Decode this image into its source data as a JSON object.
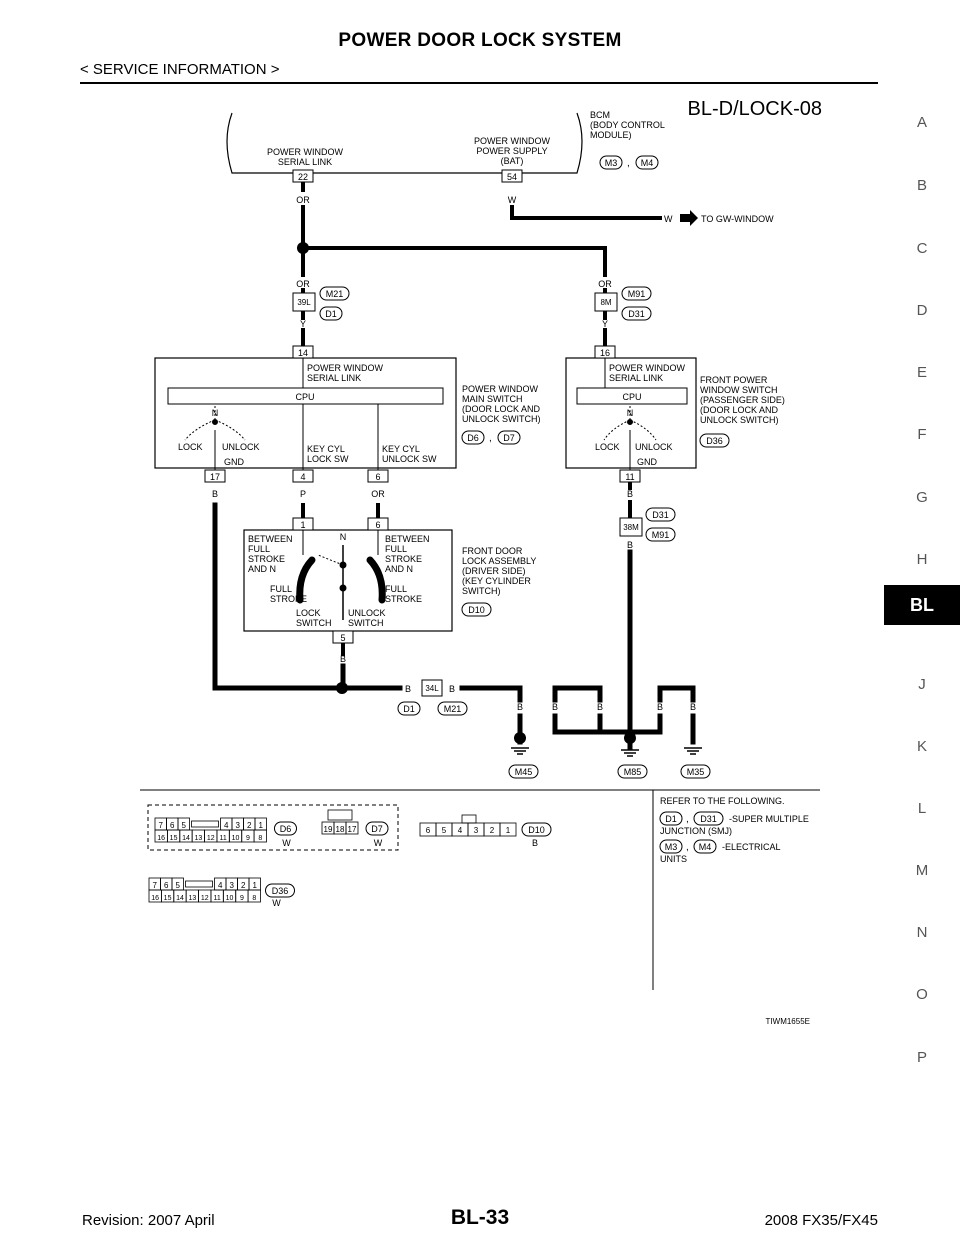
{
  "header": {
    "title": "POWER DOOR LOCK SYSTEM",
    "section": "< SERVICE INFORMATION >"
  },
  "side_nav": [
    "A",
    "B",
    "C",
    "D",
    "E",
    "F",
    "G",
    "H",
    "BL",
    "J",
    "K",
    "L",
    "M",
    "N",
    "O",
    "P"
  ],
  "side_nav_active": "BL",
  "diagram": {
    "code": "BL-D/LOCK-08",
    "bcm": {
      "name": [
        "BCM",
        "(BODY CONTROL",
        "MODULE)"
      ],
      "serial_link": [
        "POWER WINDOW",
        "SERIAL LINK"
      ],
      "power_supply": [
        "POWER WINDOW",
        "POWER SUPPLY",
        "(BAT)"
      ],
      "pin_serial": "22",
      "pin_supply": "54",
      "connectors": [
        "M3",
        "M4"
      ],
      "sep": ","
    },
    "wires": {
      "or": "OR",
      "w": "W",
      "y": "Y",
      "b": "B",
      "p": "P"
    },
    "to_gw": "TO GW-WINDOW",
    "junction_left": {
      "pin": "39L",
      "c1": "M21",
      "c2": "D1"
    },
    "junction_right": {
      "pin": "8M",
      "c1": "M91",
      "c2": "D31"
    },
    "main_switch": {
      "top_pin": "14",
      "serial_link": [
        "POWER WINDOW",
        "SERIAL LINK"
      ],
      "cpu": "CPU",
      "n": "N",
      "lock": "LOCK",
      "unlock": "UNLOCK",
      "gnd": "GND",
      "key_lock": [
        "KEY CYL",
        "LOCK SW"
      ],
      "key_unlock": [
        "KEY CYL",
        "UNLOCK SW"
      ],
      "pins": [
        "17",
        "4",
        "6"
      ],
      "name": [
        "POWER WINDOW",
        "MAIN SWITCH",
        "(DOOR LOCK AND",
        "UNLOCK SWITCH)"
      ],
      "connectors": [
        "D6",
        "D7"
      ]
    },
    "front_switch": {
      "top_pin": "16",
      "serial_link": [
        "POWER WINDOW",
        "SERIAL LINK"
      ],
      "cpu": "CPU",
      "n": "N",
      "lock": "LOCK",
      "unlock": "UNLOCK",
      "gnd": "GND",
      "pin": "11",
      "name": [
        "FRONT POWER",
        "WINDOW SWITCH",
        "(PASSENGER SIDE)",
        "(DOOR LOCK AND",
        "UNLOCK SWITCH)"
      ],
      "connector": "D36"
    },
    "junction_38m": {
      "pin": "38M",
      "c1": "D31",
      "c2": "M91"
    },
    "door_lock": {
      "pins": [
        "1",
        "6",
        "5"
      ],
      "n": "N",
      "between_left": [
        "BETWEEN",
        "FULL",
        "STROKE",
        "AND N"
      ],
      "between_right": [
        "BETWEEN",
        "FULL",
        "STROKE",
        "AND N"
      ],
      "full_left": [
        "FULL",
        "STROKE"
      ],
      "full_right": [
        "FULL",
        "STROKE"
      ],
      "lock_switch": [
        "LOCK",
        "SWITCH"
      ],
      "unlock_switch": [
        "UNLOCK",
        "SWITCH"
      ],
      "name": [
        "FRONT DOOR",
        "LOCK ASSEMBLY",
        "(DRIVER SIDE)",
        "(KEY CYLINDER",
        "SWITCH)"
      ],
      "connector": "D10"
    },
    "junction_34l": {
      "pin": "34L",
      "c1": "D1",
      "c2": "M21"
    },
    "grounds": [
      "M45",
      "M85",
      "M35"
    ],
    "connector_views": {
      "d6": {
        "top": [
          "7",
          "6",
          "5",
          "4",
          "3",
          "2",
          "1"
        ],
        "bottom": [
          "16",
          "15",
          "14",
          "13",
          "12",
          "11",
          "10",
          "9",
          "8"
        ],
        "label": "D6",
        "color": "W"
      },
      "d7": {
        "pins": [
          "19",
          "18",
          "17"
        ],
        "label": "D7",
        "color": "W"
      },
      "d10": {
        "pins": [
          "6",
          "5",
          "4",
          "3",
          "2",
          "1"
        ],
        "label": "D10",
        "color": "B"
      },
      "d36": {
        "top": [
          "7",
          "6",
          "5",
          "4",
          "3",
          "2",
          "1"
        ],
        "bottom": [
          "16",
          "15",
          "14",
          "13",
          "12",
          "11",
          "10",
          "9",
          "8"
        ],
        "label": "D36",
        "color": "W"
      }
    },
    "refer": {
      "title": "REFER TO THE FOLLOWING.",
      "smj_connectors": [
        "D1",
        "D31"
      ],
      "smj_text": "-SUPER MULTIPLE",
      "smj_text2": "JUNCTION (SMJ)",
      "eu_connectors": [
        "M3",
        "M4"
      ],
      "eu_text": "-ELECTRICAL",
      "eu_text2": "UNITS"
    },
    "figure_id": "TIWM1655E"
  },
  "footer": {
    "revision": "Revision: 2007 April",
    "page": "BL-33",
    "model": "2008 FX35/FX45"
  }
}
